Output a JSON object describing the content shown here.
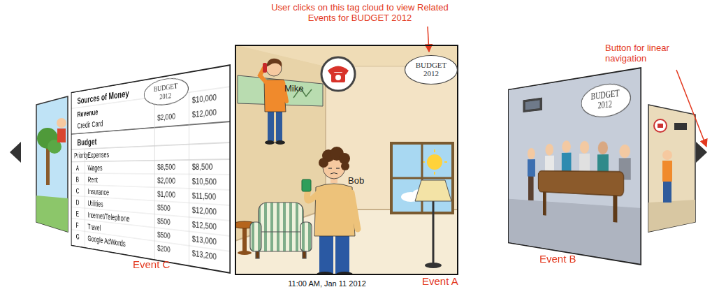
{
  "diagram": {
    "nodes": [
      {
        "text": [
          "Event C"
        ]
      },
      {
        "text": [
          "BUDGET 2012"
        ],
        "in": 0
      },
      {
        "text": [
          "11:00 AM, Jan 11 2012",
          "Event A"
        ]
      },
      {
        "text": [
          "BUDGET 2012"
        ],
        "in": 2
      },
      {
        "text": [
          "Event B"
        ]
      },
      {
        "text": [
          "BUDGET 2012"
        ],
        "in": 4
      }
    ],
    "labels": [
      "User clicks on this tag cloud to view Related Events for BUDGET 2012",
      "Button for linear navigation",
      "Mike",
      "Bob",
      "Sources of Money",
      "Revenue",
      "$10,000",
      "Credit Card",
      "$2,000",
      "$12,000",
      "Budget",
      "Priority",
      "Expenses",
      "A",
      "Wages",
      "$8,500",
      "$8,500",
      "B",
      "Rent",
      "$2,000",
      "$10,500",
      "C",
      "Insurance",
      "$1,000",
      "$11,500",
      "D",
      "Utilities",
      "$500",
      "$12,000",
      "E",
      "Internet/Telephone",
      "$500",
      "$12,500",
      "F",
      "Travel",
      "$500",
      "$13,000",
      "G",
      "Google AdWords",
      "$200",
      "$13,200"
    ]
  }
}
